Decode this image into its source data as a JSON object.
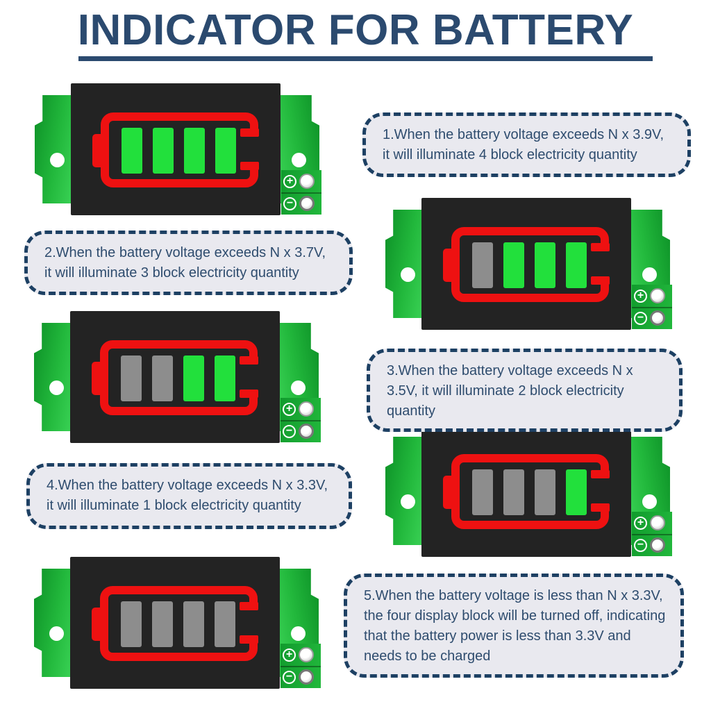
{
  "title": {
    "text": "INDICATOR FOR BATTERY"
  },
  "colors": {
    "navy_title": "#2b4a6f",
    "navy_text": "#2e4c6e",
    "callout_border": "#1d4063",
    "callout_bg": "#e9e9ef",
    "red": "#ee1111",
    "green_on": "#22e03c",
    "gray_off": "#8d8d8d",
    "body_black": "#232323",
    "pcb_green": "#1ca338"
  },
  "callouts": [
    {
      "text": "1.When the battery voltage exceeds N x 3.9V, it will illuminate 4 block electricity quantity"
    },
    {
      "text": "2.When the battery voltage exceeds N x 3.7V, it will illuminate 3 block electricity quantity"
    },
    {
      "text": "3.When the battery voltage exceeds N x 3.5V, it will illuminate 2 block electricity quantity"
    },
    {
      "text": "4.When the battery voltage exceeds N x 3.3V, it will illuminate 1 block electricity quantity"
    },
    {
      "text": "5.When the battery voltage is less than N x 3.3V, the four display block will be turned off, indicating that the battery power is less than 3.3V and needs to be charged"
    }
  ],
  "modules": [
    {
      "label": "indicator-4-blocks-lit",
      "blocks": [
        "on",
        "on",
        "on",
        "on"
      ],
      "terminal_plus": "+",
      "terminal_minus": "−"
    },
    {
      "label": "indicator-3-blocks-lit",
      "blocks": [
        "off",
        "on",
        "on",
        "on"
      ],
      "terminal_plus": "+",
      "terminal_minus": "−"
    },
    {
      "label": "indicator-2-blocks-lit",
      "blocks": [
        "off",
        "off",
        "on",
        "on"
      ],
      "terminal_plus": "+",
      "terminal_minus": "−"
    },
    {
      "label": "indicator-1-block-lit",
      "blocks": [
        "off",
        "off",
        "off",
        "on"
      ],
      "terminal_plus": "+",
      "terminal_minus": "−"
    },
    {
      "label": "indicator-0-blocks-lit",
      "blocks": [
        "off",
        "off",
        "off",
        "off"
      ],
      "terminal_plus": "+",
      "terminal_minus": "−"
    }
  ]
}
